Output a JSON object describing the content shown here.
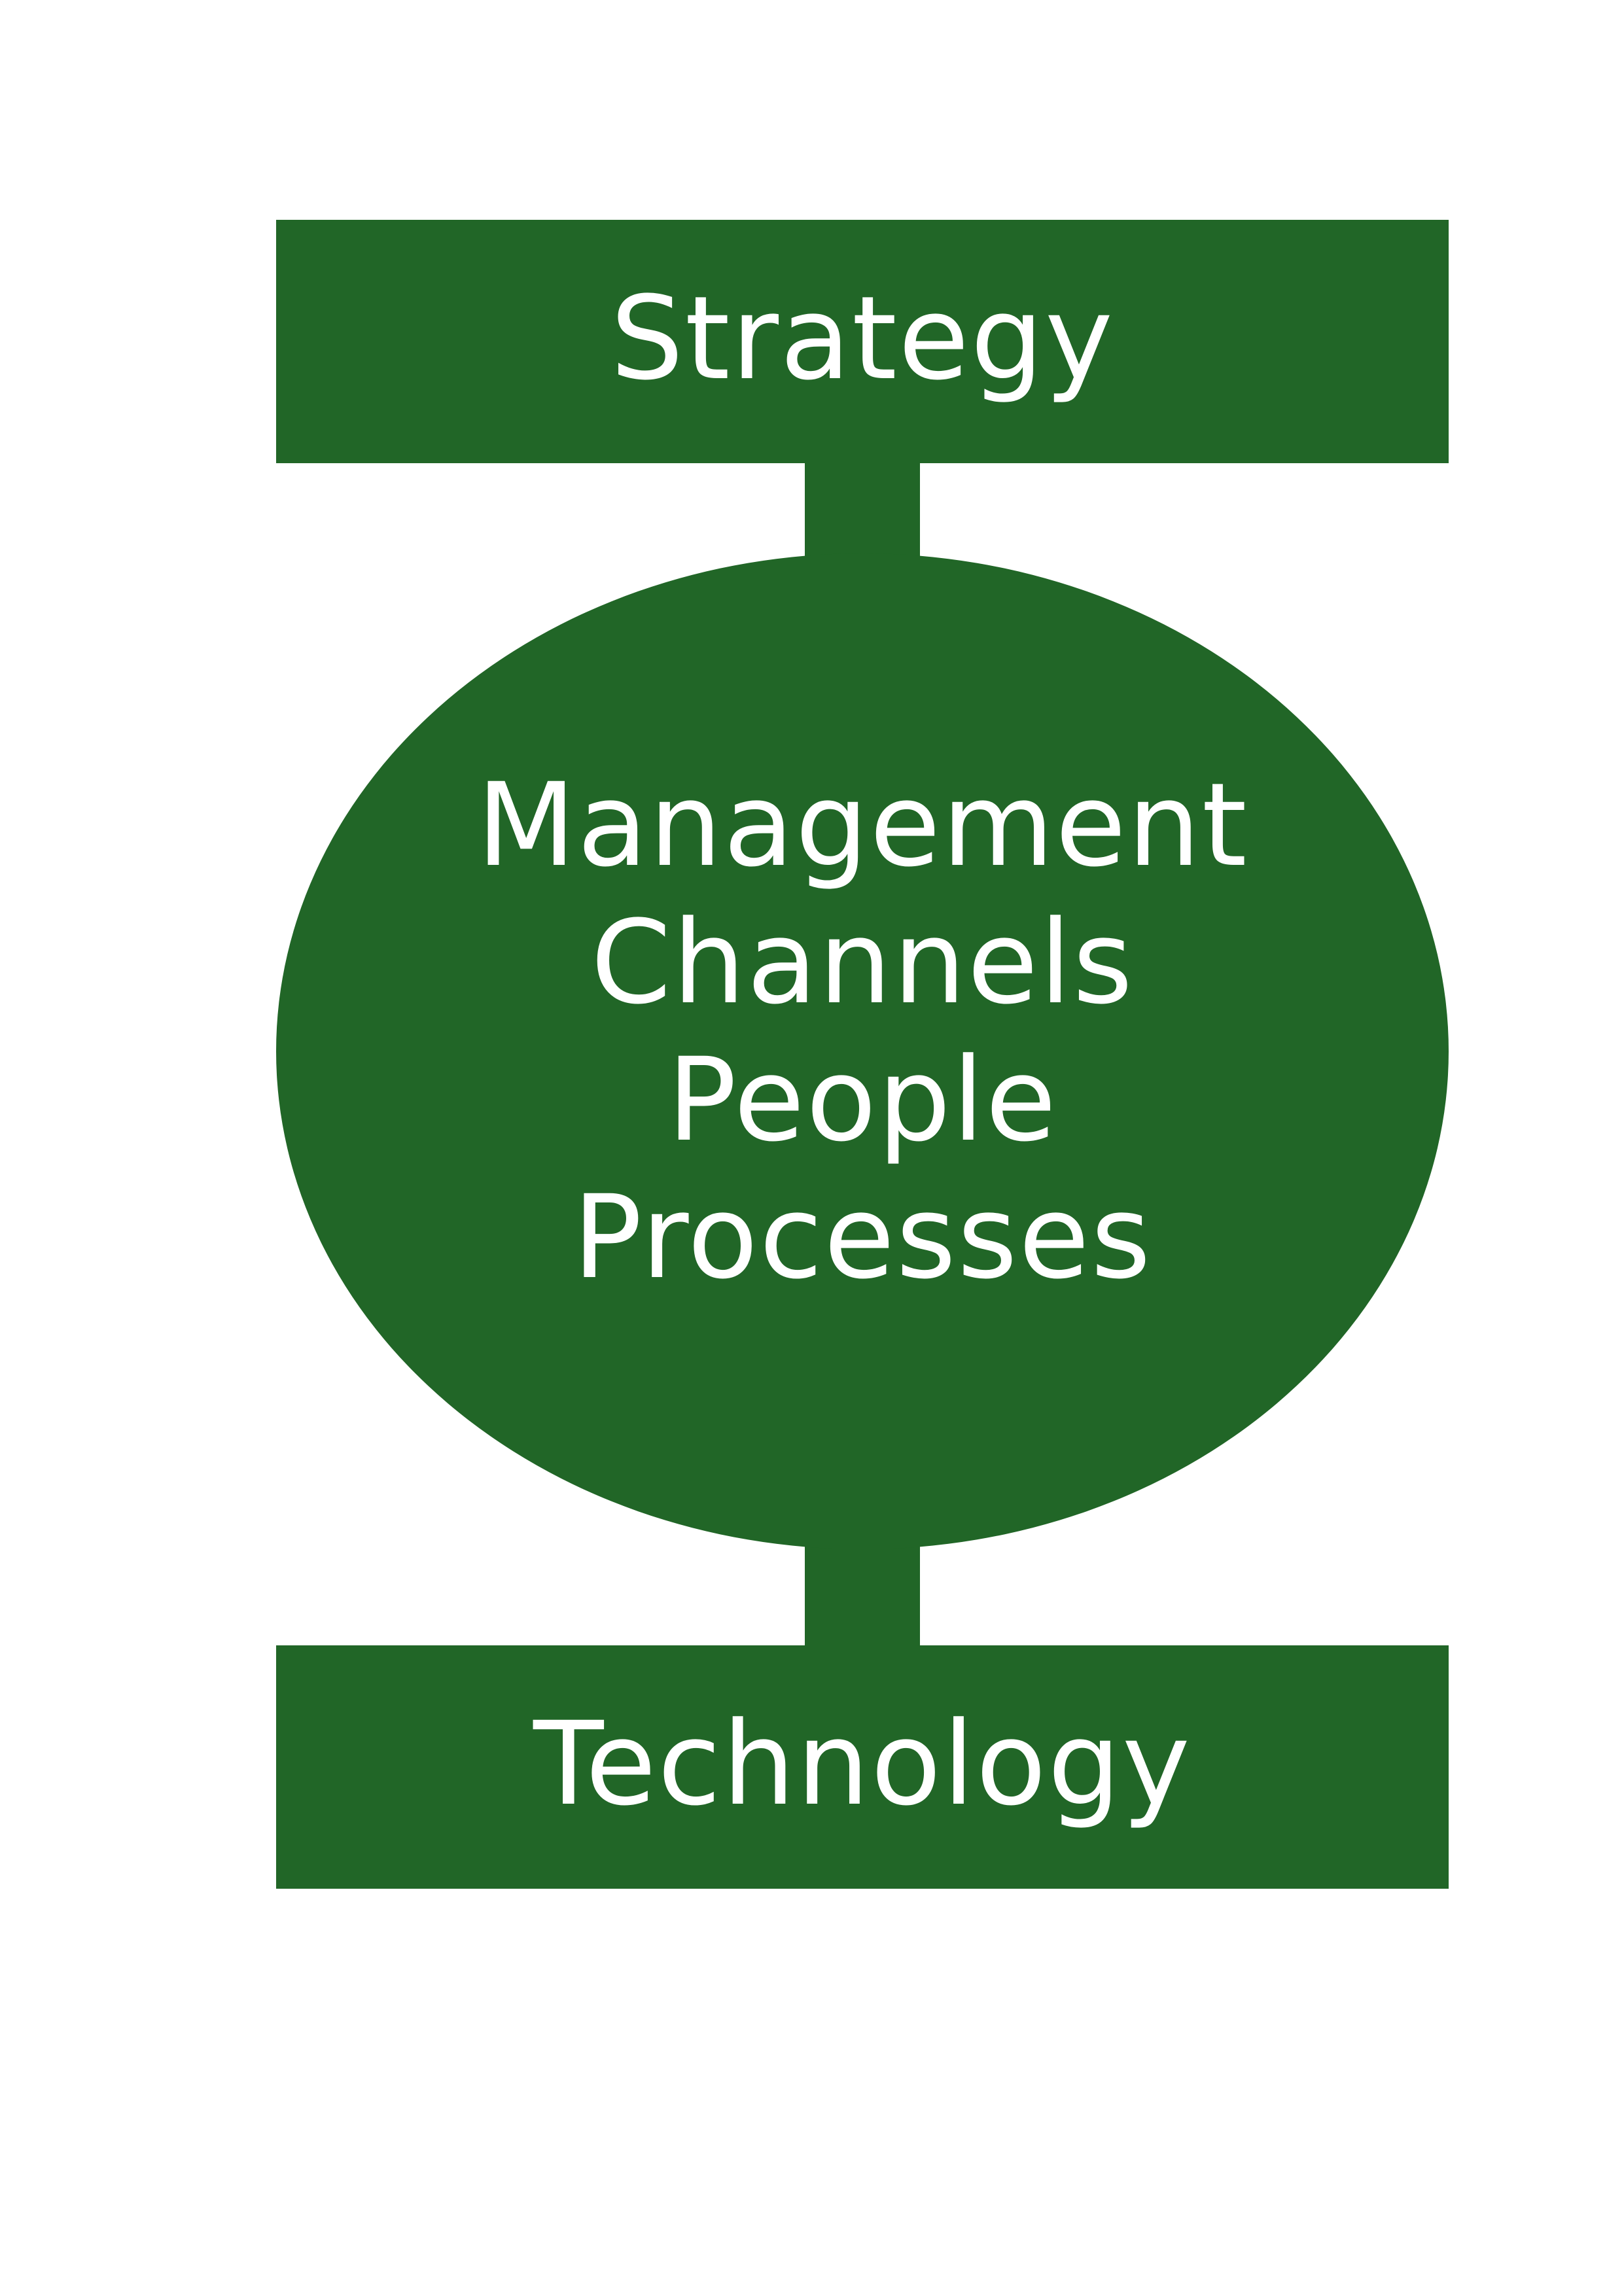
{
  "diagram": {
    "top_box": {
      "label": "Strategy"
    },
    "center": {
      "items": [
        {
          "label": "Management"
        },
        {
          "label": "Channels"
        },
        {
          "label": "People"
        },
        {
          "label": "Processes"
        }
      ]
    },
    "bottom_box": {
      "label": "Technology"
    }
  },
  "colors": {
    "shape_fill": "#216627",
    "text": "#ffffff",
    "background": "#ffffff"
  }
}
